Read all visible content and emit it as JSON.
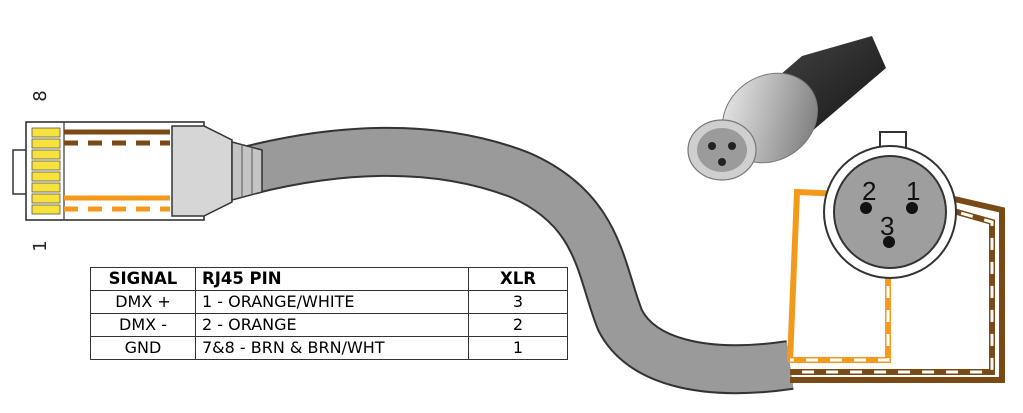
{
  "rj45": {
    "pin_top_label": "8",
    "pin_bottom_label": "1"
  },
  "xlr": {
    "pin_labels": [
      "2",
      "1",
      "3"
    ]
  },
  "table": {
    "headers": [
      "SIGNAL",
      "RJ45 PIN",
      "XLR"
    ],
    "rows": [
      [
        "DMX +",
        "1 - ORANGE/WHITE",
        "3"
      ],
      [
        "DMX -",
        "2 - ORANGE",
        "2"
      ],
      [
        "GND",
        "7&8 - BRN & BRN/WHT",
        "1"
      ]
    ]
  },
  "colors": {
    "orange": "#f39a1e",
    "brown": "#7a4a16",
    "cable_gray": "#9a9a9a",
    "pin_gold": "#f6e23a"
  }
}
